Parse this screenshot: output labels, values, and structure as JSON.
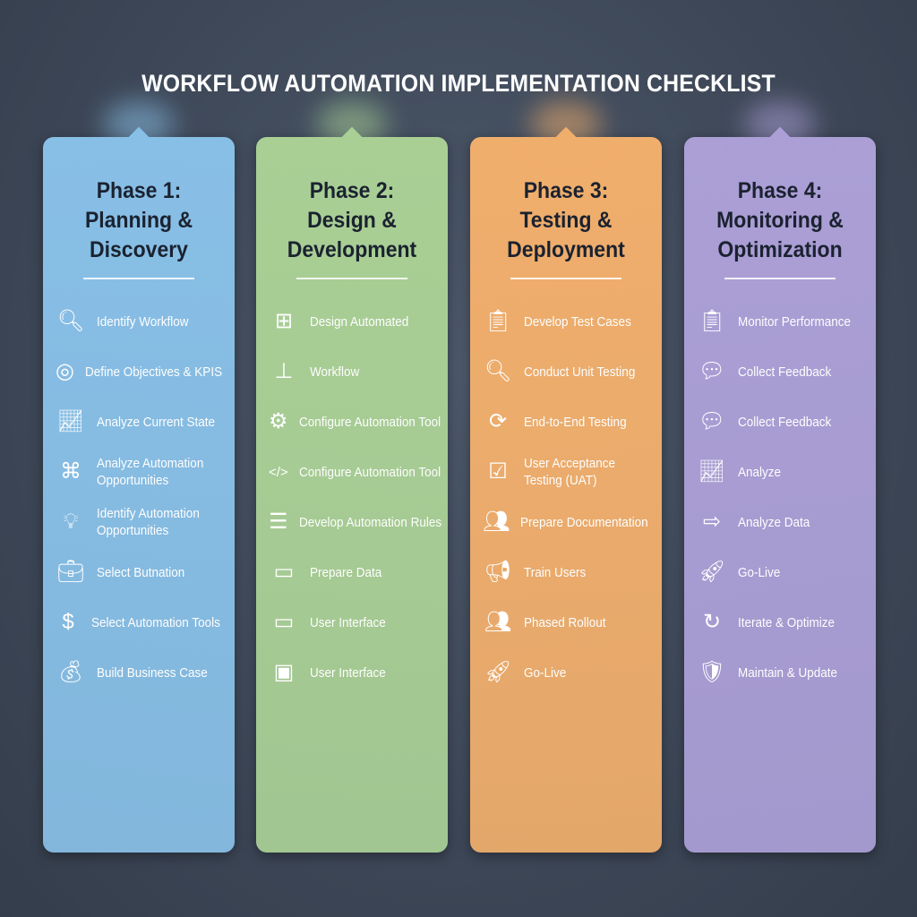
{
  "title": "WORKFLOW AUTOMATION IMPLEMENTATION CHECKLIST",
  "colors": {
    "phase1": "#88bfe6",
    "phase2": "#a9cf95",
    "phase3": "#f0ae6c",
    "phase4": "#ab9fd6",
    "background": "#3f4a5c"
  },
  "phases": [
    {
      "lines": [
        "Phase 1:",
        "Planning &",
        "Discovery"
      ],
      "items": [
        {
          "icon": "search-icon",
          "glyph": "🔍︎",
          "label": "Identify Workflow"
        },
        {
          "icon": "target-icon",
          "glyph": "◎",
          "label": "Define Objectives & KPIS"
        },
        {
          "icon": "chart-icon",
          "glyph": "📈︎",
          "label": "Analyze Current State"
        },
        {
          "icon": "network-icon",
          "glyph": "⌘",
          "label": "Analyze Automation Opportunities"
        },
        {
          "icon": "lightbulb-icon",
          "glyph": "💡︎",
          "label": "Identify Automation Opportunities"
        },
        {
          "icon": "briefcase-icon",
          "glyph": "💼︎",
          "label": "Select Butnation"
        },
        {
          "icon": "dollar-icon",
          "glyph": "$",
          "label": "Select Automation Tools"
        },
        {
          "icon": "money-bag-icon",
          "glyph": "💰︎",
          "label": "Build Business Case"
        }
      ]
    },
    {
      "lines": [
        "Phase 2:",
        "Design &",
        "Development"
      ],
      "items": [
        {
          "icon": "diagram-icon",
          "glyph": "⊞",
          "label": "Design Automated"
        },
        {
          "icon": "hierarchy-icon",
          "glyph": "⊥",
          "label": "Workflow"
        },
        {
          "icon": "gears-icon",
          "glyph": "⚙",
          "label": "Configure Automation Tool"
        },
        {
          "icon": "code-icon",
          "glyph": "</>",
          "label": "Configure Automation Tool"
        },
        {
          "icon": "database-icon",
          "glyph": "☰",
          "label": "Develop Automation Rules"
        },
        {
          "icon": "monitor-icon",
          "glyph": "▭",
          "label": "Prepare Data"
        },
        {
          "icon": "monitor-icon",
          "glyph": "▭",
          "label": "User Interface"
        },
        {
          "icon": "interface-icon",
          "glyph": "▣",
          "label": "User Interface"
        }
      ]
    },
    {
      "lines": [
        "Phase 3:",
        "Testing &",
        "Deployment"
      ],
      "items": [
        {
          "icon": "clipboard-icon",
          "glyph": "📋︎",
          "label": "Develop Test Cases"
        },
        {
          "icon": "search-icon",
          "glyph": "🔍︎",
          "label": "Conduct Unit Testing"
        },
        {
          "icon": "loop-icon",
          "glyph": "⟳",
          "label": "End-to-End Testing"
        },
        {
          "icon": "checklist-icon",
          "glyph": "☑",
          "label": "User Acceptance Testing (UAT)"
        },
        {
          "icon": "users-icon",
          "glyph": "👥︎",
          "label": "Prepare Documentation"
        },
        {
          "icon": "megaphone-icon",
          "glyph": "📢︎",
          "label": "Train Users"
        },
        {
          "icon": "users-icon",
          "glyph": "👥︎",
          "label": "Phased Rollout"
        },
        {
          "icon": "rocket-icon",
          "glyph": "🚀︎",
          "label": "Go-Live"
        }
      ]
    },
    {
      "lines": [
        "Phase 4:",
        "Monitoring &",
        "Optimization"
      ],
      "items": [
        {
          "icon": "clipboard-chart-icon",
          "glyph": "📋︎",
          "label": "Monitor Performance"
        },
        {
          "icon": "chat-icon",
          "glyph": "💬︎",
          "label": "Collect Feedback"
        },
        {
          "icon": "chat-icon",
          "glyph": "💬︎",
          "label": "Collect Feedback"
        },
        {
          "icon": "chart-icon",
          "glyph": "📈︎",
          "label": "Analyze"
        },
        {
          "icon": "arrow-icon",
          "glyph": "⇨",
          "label": "Analyze Data"
        },
        {
          "icon": "rocket-icon",
          "glyph": "🚀︎",
          "label": "Go-Live"
        },
        {
          "icon": "cycle-icon",
          "glyph": "↻",
          "label": "Iterate & Optimize"
        },
        {
          "icon": "shield-icon",
          "glyph": "🛡︎",
          "label": "Maintain & Update"
        }
      ]
    }
  ]
}
